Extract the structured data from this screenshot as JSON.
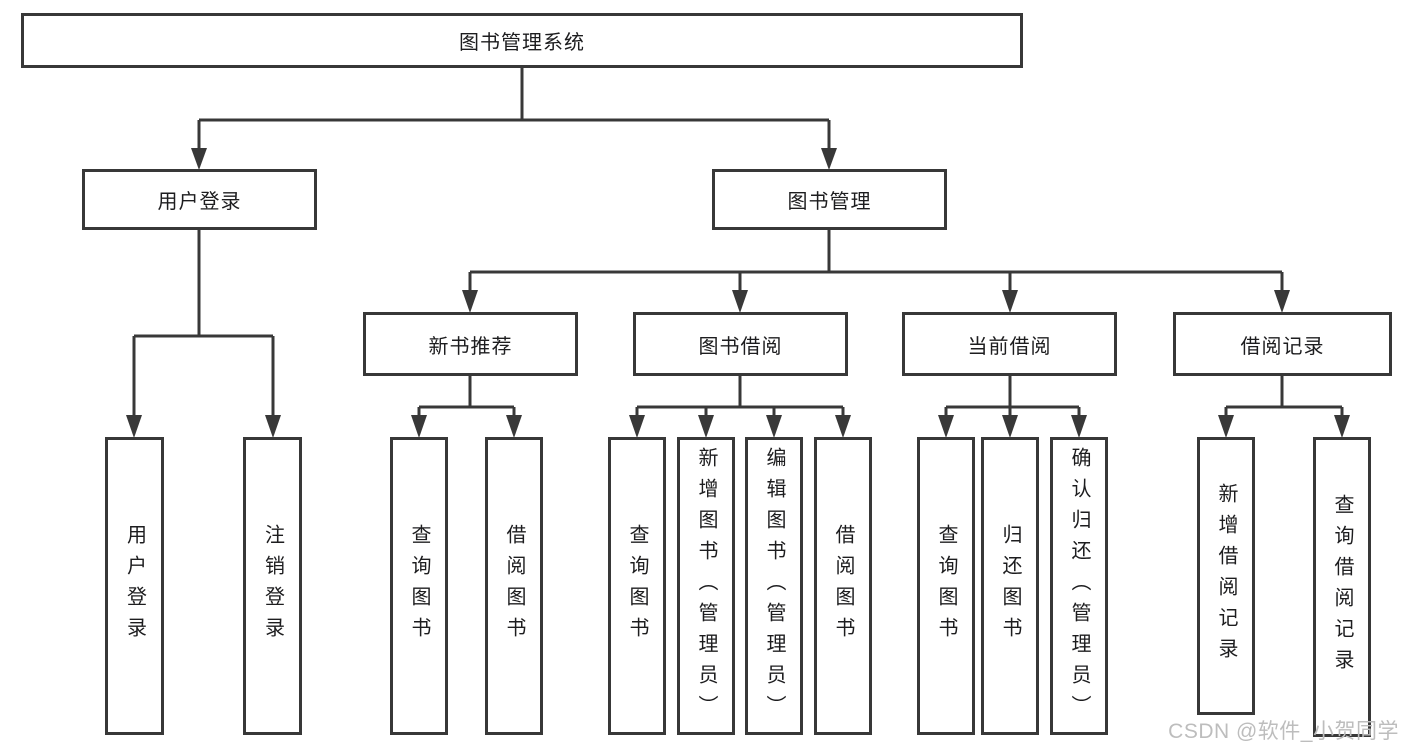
{
  "diagram": {
    "root": {
      "label": "图书管理系统"
    },
    "branches": {
      "user_login": {
        "label": "用户登录",
        "children": [
          "用户登录",
          "注销登录"
        ]
      },
      "book_mgmt": {
        "label": "图书管理"
      }
    },
    "modules": {
      "new_books": {
        "label": "新书推荐",
        "children": [
          "查询图书",
          "借阅图书"
        ]
      },
      "book_borrow": {
        "label": "图书借阅",
        "children": [
          "查询图书",
          "新增图书（管理员）",
          "编辑图书（管理员）",
          "借阅图书"
        ]
      },
      "current_borrow": {
        "label": "当前借阅",
        "children": [
          "查询图书",
          "归还图书",
          "确认归还（管理员）"
        ]
      },
      "borrow_records": {
        "label": "借阅记录",
        "children": [
          "新增借阅记录",
          "查询借阅记录"
        ]
      }
    },
    "watermark": "CSDN @软件_小贺同学",
    "colors": {
      "line": "#383838",
      "text": "#1d1d1f",
      "watermark": "#bdbdbd",
      "background": "#ffffff"
    }
  }
}
